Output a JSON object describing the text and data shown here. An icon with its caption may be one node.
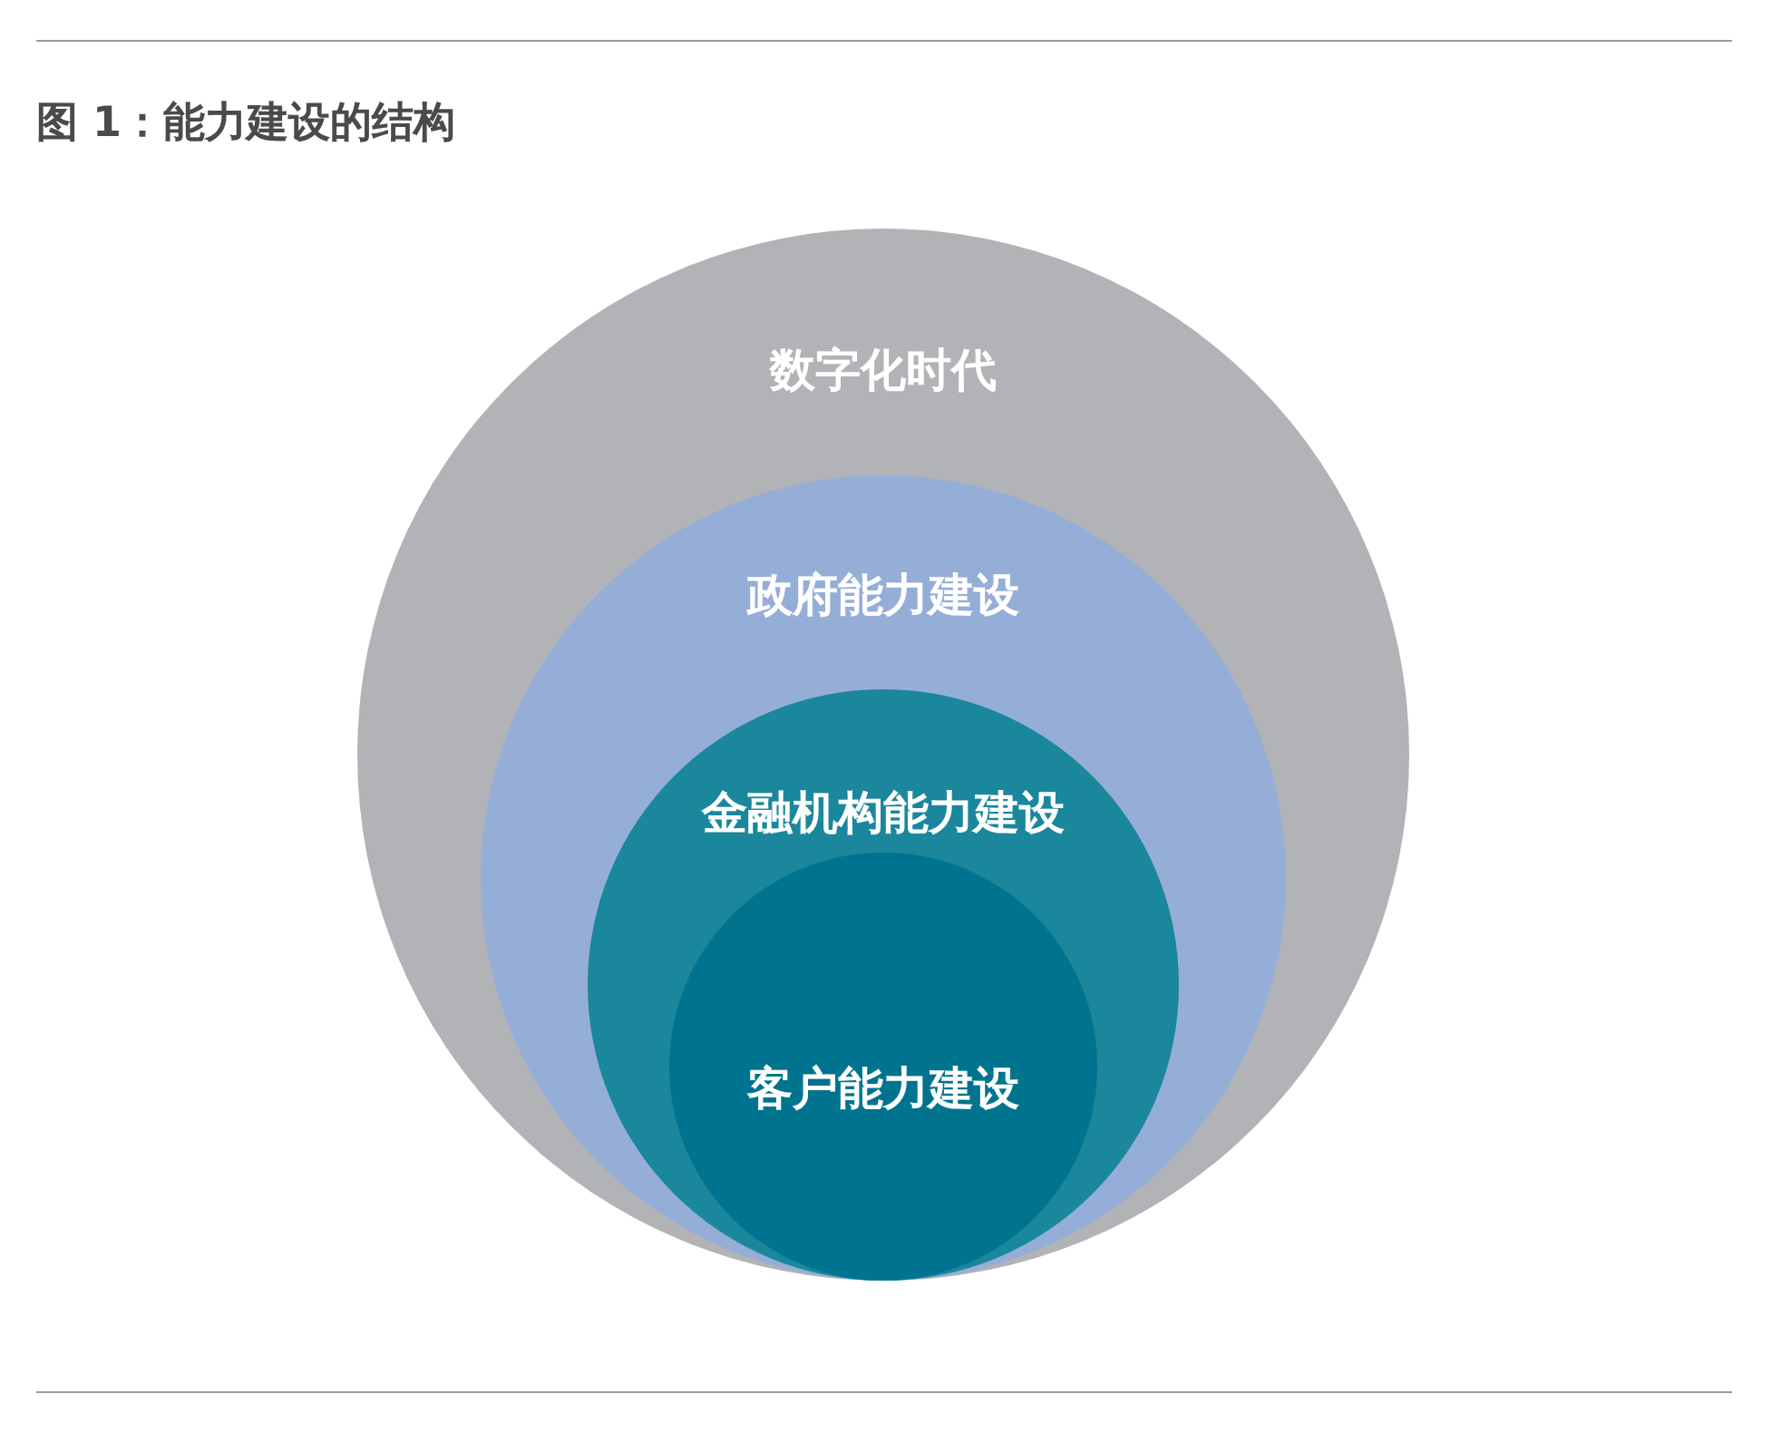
{
  "diagram": {
    "title": "图 1：能力建设的结构",
    "nodes": [
      {
        "text": [
          "数字化时代"
        ]
      },
      {
        "text": [
          "政府能力建设"
        ],
        "in": 0
      },
      {
        "text": [
          "金融机构能力建设"
        ],
        "in": 1
      },
      {
        "text": [
          "客户能力建设"
        ],
        "in": 2
      }
    ]
  }
}
